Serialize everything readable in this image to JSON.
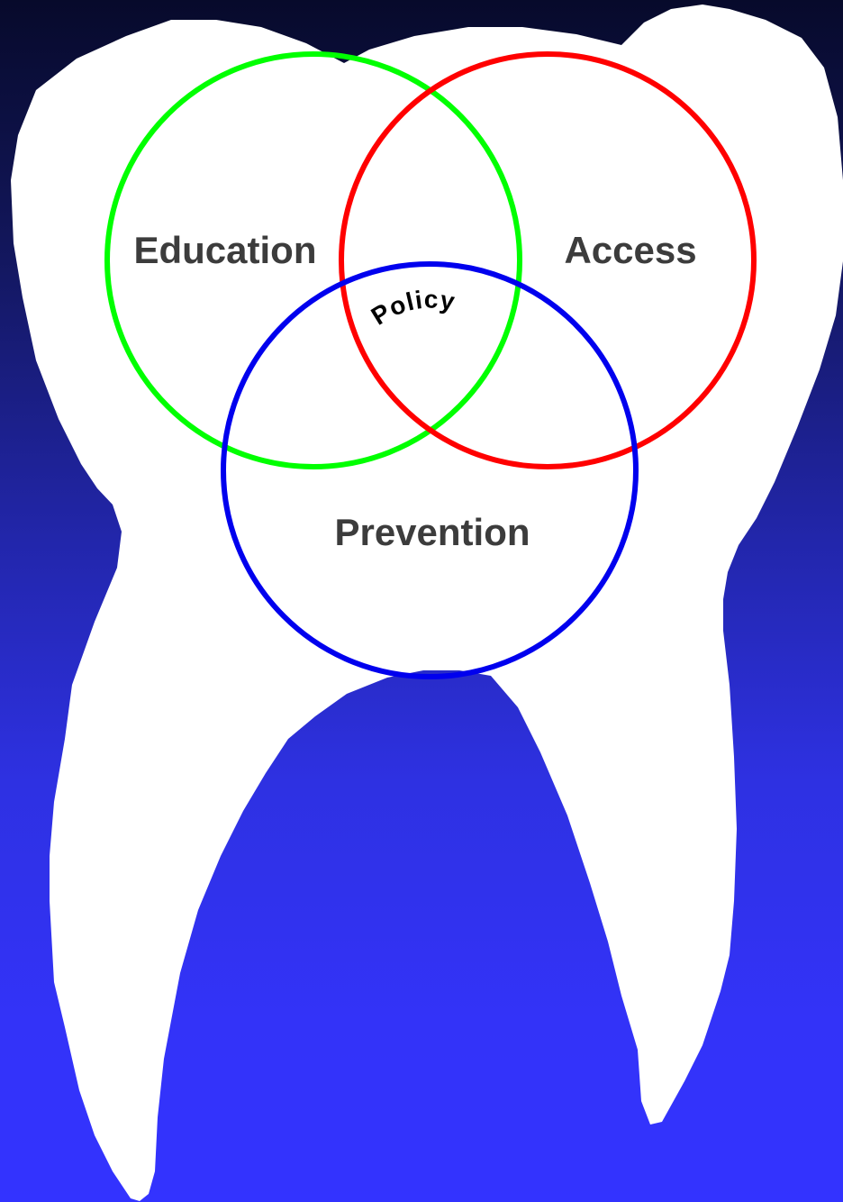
{
  "background": {
    "gradient_top": "#070a2b",
    "gradient_bottom": "#3333ff"
  },
  "tooth": {
    "color": "#ffffff"
  },
  "circles": [
    {
      "label": "Education",
      "color": "#00ff00"
    },
    {
      "label": "Access",
      "color": "#ff0000"
    },
    {
      "label": "Prevention",
      "color": "#0000ee"
    }
  ],
  "center_label": "Policy",
  "label_color": "#3c3c3c"
}
